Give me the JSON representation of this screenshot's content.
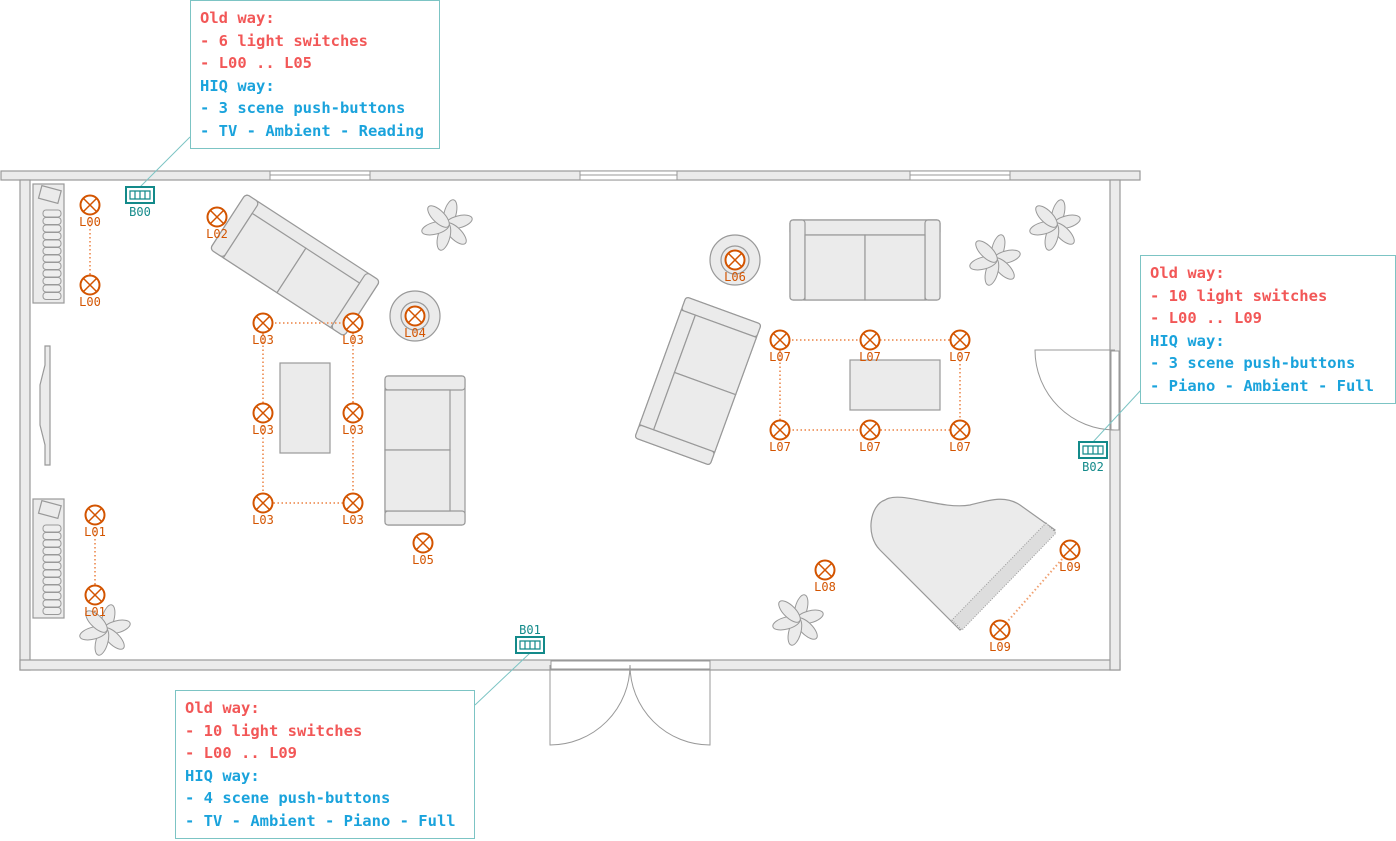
{
  "colors": {
    "lamp": "#d35400",
    "button": "#138a8a",
    "old": "#f25757",
    "hiq": "#1aa3dc",
    "wall": "#ebebeb"
  },
  "lamps": [
    "L00",
    "L00",
    "L01",
    "L01",
    "L02",
    "L03",
    "L03",
    "L03",
    "L03",
    "L03",
    "L03",
    "L04",
    "L05",
    "L06",
    "L07",
    "L07",
    "L07",
    "L07",
    "L07",
    "L07",
    "L08",
    "L09",
    "L09"
  ],
  "buttons": [
    "B00",
    "B01",
    "B02"
  ],
  "callouts": [
    {
      "old_title": "Old way:",
      "old_line1": "- 6 light switches",
      "old_line2": "- L00 .. L05",
      "hiq_title": "HIQ way:",
      "hiq_line1": "- 3 scene push-buttons",
      "hiq_line2": "- TV - Ambient - Reading"
    },
    {
      "old_title": "Old way:",
      "old_line1": "- 10 light switches",
      "old_line2": "- L00 .. L09",
      "hiq_title": "HIQ way:",
      "hiq_line1": "- 3 scene push-buttons",
      "hiq_line2": "- Piano - Ambient - Full"
    },
    {
      "old_title": "Old way:",
      "old_line1": "- 10 light switches",
      "old_line2": "- L00 .. L09",
      "hiq_title": "HIQ way:",
      "hiq_line1": "- 4 scene push-buttons",
      "hiq_line2": "- TV - Ambient - Piano - Full"
    }
  ]
}
